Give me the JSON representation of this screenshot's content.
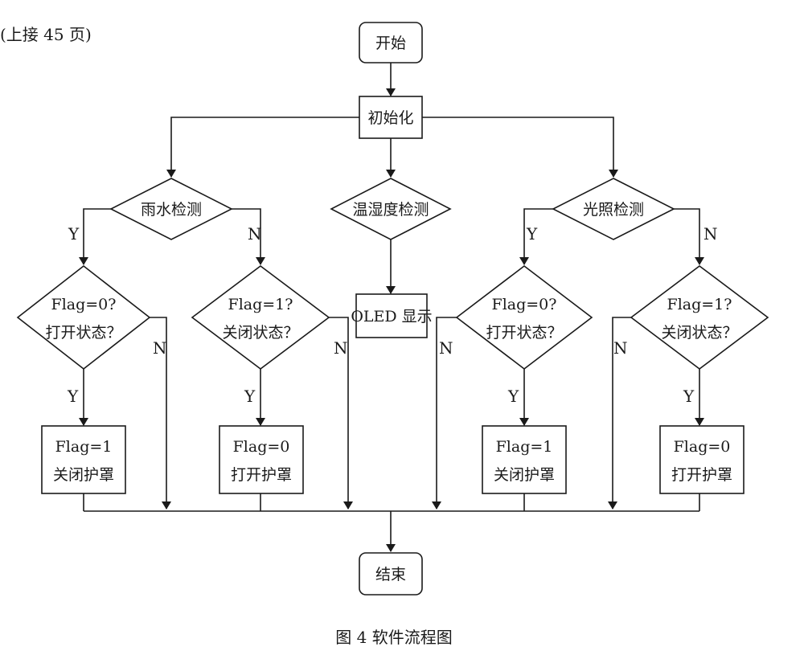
{
  "page_note": "(上接 45 页)",
  "caption": "图 4   软件流程图",
  "nodes": {
    "start": "开始",
    "init": "初始化",
    "rain": "雨水检测",
    "temp": "温湿度检测",
    "light": "光照检测",
    "oled": "OLED 显示",
    "end": "结束",
    "rain_y_q1": "Flag=0?",
    "rain_y_q2": "打开状态？",
    "rain_n_q1": "Flag=1?",
    "rain_n_q2": "关闭状态？",
    "rain_y_a1": "Flag=1",
    "rain_y_a2": "关闭护罩",
    "rain_n_a1": "Flag=0",
    "rain_n_a2": "打开护罩",
    "light_y_q1": "Flag=0?",
    "light_y_q2": "打开状态？",
    "light_n_q1": "Flag=1?",
    "light_n_q2": "关闭状态？",
    "light_y_a1": "Flag=1",
    "light_y_a2": "关闭护罩",
    "light_n_a1": "Flag=0",
    "light_n_a2": "打开护罩"
  },
  "labels": {
    "yes": "Y",
    "no": "N"
  }
}
